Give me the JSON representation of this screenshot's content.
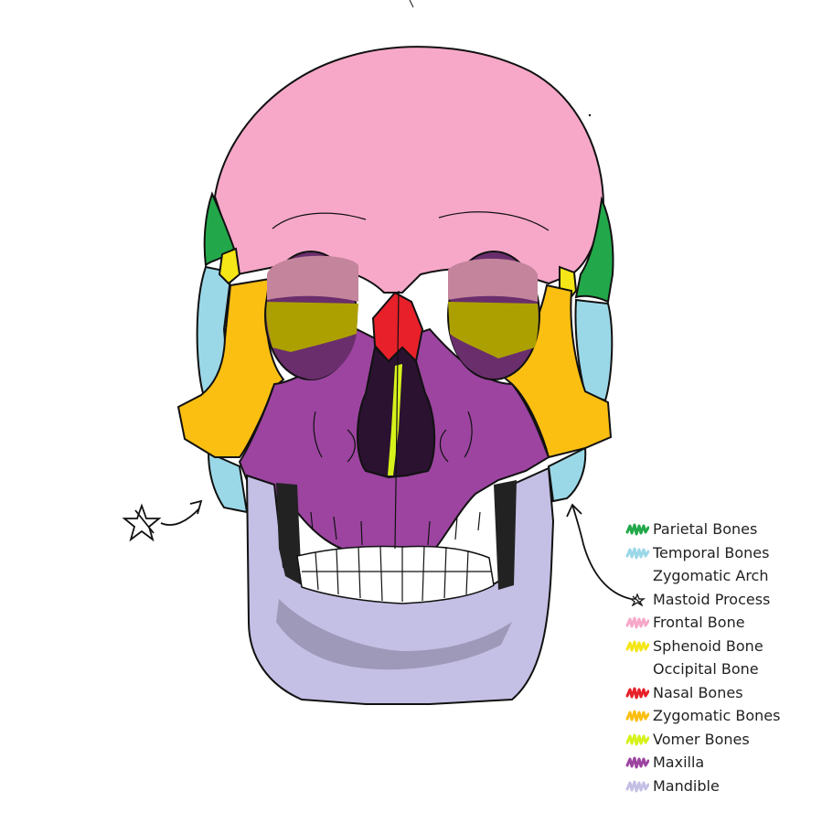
{
  "legend": {
    "items": [
      {
        "label": "Parietal Bones",
        "color": "#22a84a",
        "swatch": "scribble"
      },
      {
        "label": "Temporal Bones",
        "color": "#9ad8e8",
        "swatch": "scribble"
      },
      {
        "label": "Zygomatic Arch",
        "color": "",
        "swatch": "none"
      },
      {
        "label": "Mastoid Process",
        "color": "#222222",
        "swatch": "star"
      },
      {
        "label": "Frontal Bone",
        "color": "#f7a8c8",
        "swatch": "scribble"
      },
      {
        "label": "Sphenoid Bone",
        "color": "#f5e617",
        "swatch": "scribble"
      },
      {
        "label": "Occipital Bone",
        "color": "",
        "swatch": "none"
      },
      {
        "label": "Nasal Bones",
        "color": "#e8202a",
        "swatch": "scribble"
      },
      {
        "label": "Zygomatic Bones",
        "color": "#fbbf12",
        "swatch": "scribble"
      },
      {
        "label": "Vomer Bones",
        "color": "#d6f21a",
        "swatch": "scribble"
      },
      {
        "label": "Maxilla",
        "color": "#9c44a0",
        "swatch": "scribble"
      },
      {
        "label": "Mandible",
        "color": "#c4bfe4",
        "swatch": "scribble"
      }
    ]
  },
  "colors": {
    "frontal": "#f7a8c8",
    "parietal": "#22a84a",
    "temporal": "#9ad8e8",
    "sphenoid": "#f5e617",
    "zygomatic": "#fbbf12",
    "maxilla": "#9c44a0",
    "nasal": "#e8202a",
    "vomer": "#d6f21a",
    "mandible": "#c4bfe4",
    "mandible_shadow": "#9e99b8",
    "orbit_upper": "#c4849c",
    "orbit_middle": "#aca000",
    "orbit_lower": "#6a2e6c",
    "nasal_cavity": "#2a1230",
    "outline": "#111111"
  }
}
